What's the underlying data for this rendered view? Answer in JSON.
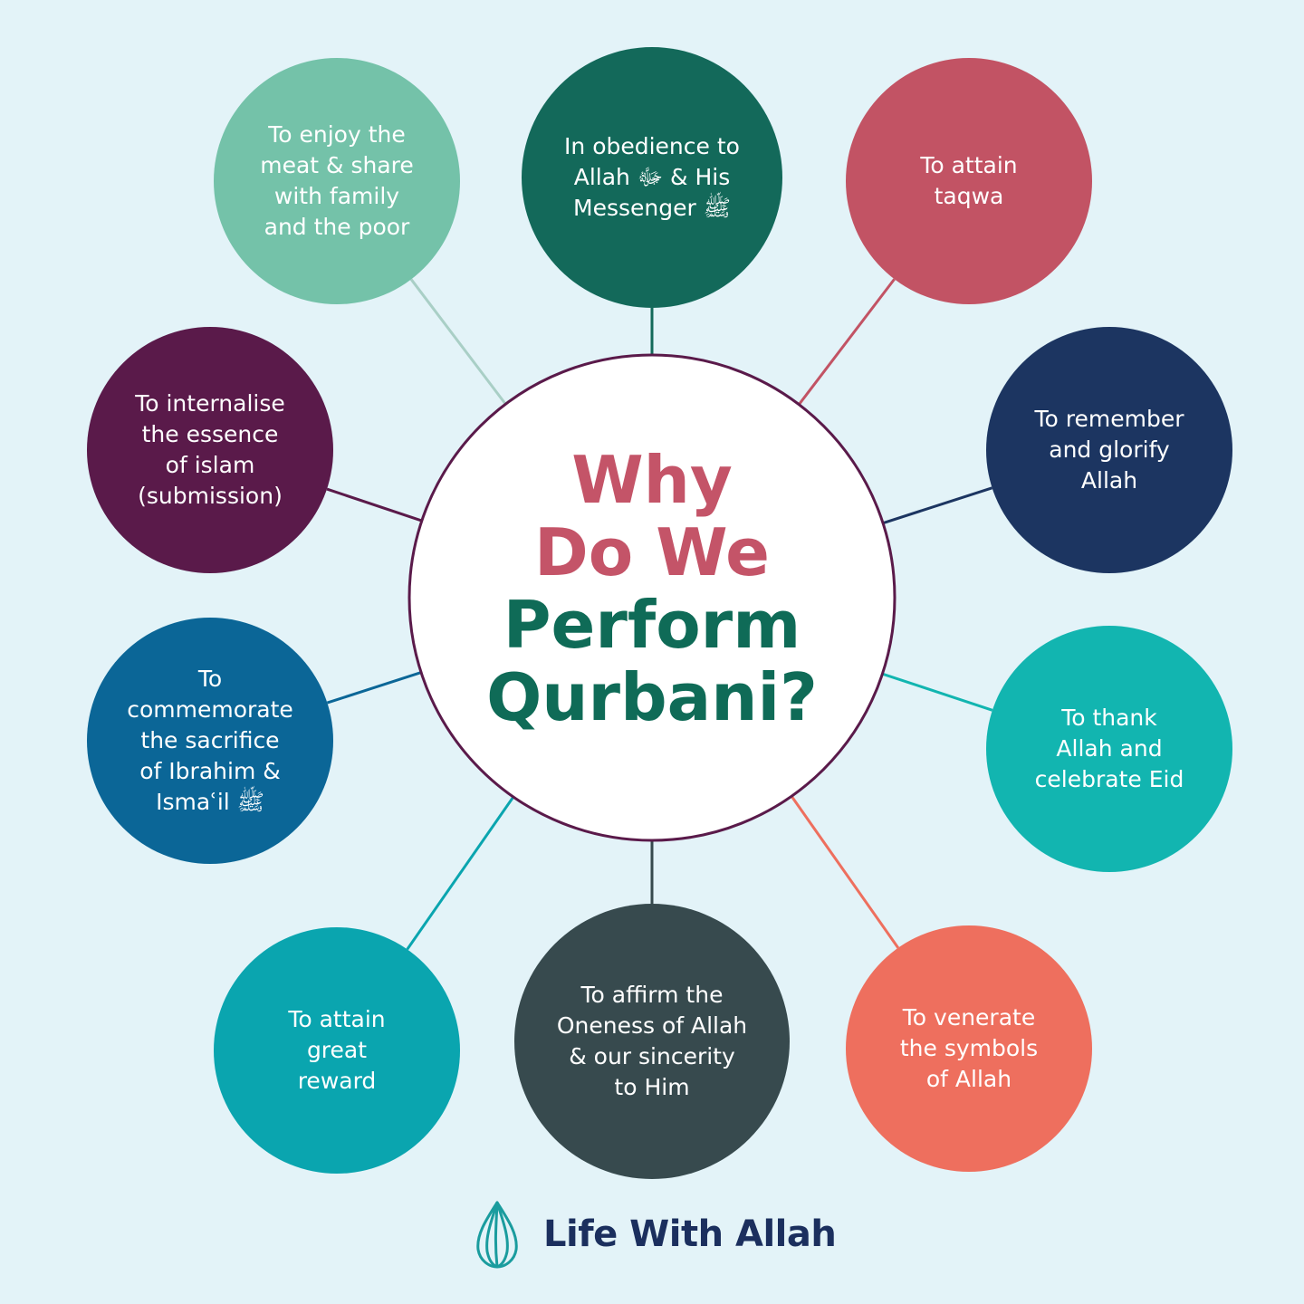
{
  "hub": {
    "title_line1": "Why",
    "title_line2": "Do We",
    "title_line3": "Perform",
    "title_line4": "Qurbani?",
    "color_accent": "#c45468",
    "color_primary": "#0f6b57",
    "ring_color": "#5a1a4a"
  },
  "nodes": [
    {
      "id": "top",
      "text": "In obedience to\nAllah ﷻ & His\nMessenger ﷺ",
      "color": "#13695a",
      "line_color": "#13695a"
    },
    {
      "id": "top-right",
      "text": "To attain\ntaqwa",
      "color": "#c25364",
      "line_color": "#c25364"
    },
    {
      "id": "right-upper",
      "text": "To remember\nand glorify\nAllah",
      "color": "#1c3561",
      "line_color": "#1c3561"
    },
    {
      "id": "right-lower",
      "text": "To thank\nAllah and\ncelebrate Eid",
      "color": "#12b5b0",
      "line_color": "#12b5b0"
    },
    {
      "id": "bottom-right",
      "text": "To venerate\nthe symbols\nof Allah",
      "color": "#ee6f5e",
      "line_color": "#ee6f5e"
    },
    {
      "id": "bottom",
      "text": "To affirm the\nOneness of Allah\n& our sincerity\nto Him",
      "color": "#374a4e",
      "line_color": "#374a4e"
    },
    {
      "id": "bottom-left",
      "text": "To attain\ngreat\nreward",
      "color": "#0aa5af",
      "line_color": "#0aa5af"
    },
    {
      "id": "left-lower",
      "text": "To\ncommemorate\nthe sacrifice\nof Ibrahim &\nIsmaʿil ﷺ",
      "color": "#0b6697",
      "line_color": "#0b6697"
    },
    {
      "id": "left-upper",
      "text": "To internalise\nthe essence\nof islam\n(submission)",
      "color": "#5a1a4a",
      "line_color": "#5a1a4a"
    },
    {
      "id": "top-left",
      "text": "To enjoy the\nmeat & share\nwith family\nand the poor",
      "color": "#74c2a9",
      "line_color": "#a9cfc6"
    }
  ],
  "logo": {
    "text": "Life With Allah",
    "icon": "leaf-drop-icon",
    "icon_color": "#1a9c9e",
    "text_color": "#1b2f5e"
  }
}
